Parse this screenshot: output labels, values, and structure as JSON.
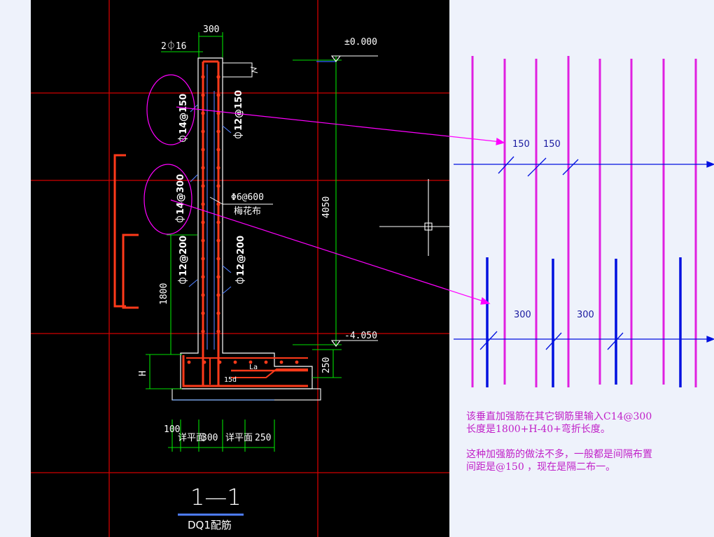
{
  "drawing": {
    "dim_top_width": "300",
    "top_bar_label": "2⏀16",
    "elevation_top": "±0.000",
    "elevation_bottom": "-4.050",
    "rebar_outer_upper": "⏀14@150",
    "rebar_inner_upper": "⏀12@150",
    "rebar_outer_lower": "⏀14@300",
    "rebar_tie": "Φ6@600",
    "rebar_tie_note": "梅花布",
    "rebar_outer_bottom": "⏀12@200",
    "rebar_inner_bottom": "⏀12@200",
    "dim_height_total": "4050",
    "dim_height_1800": "1800",
    "dim_h": "H",
    "dim_250_side": "250",
    "anchor_la": "La",
    "anchor_15d": "15d",
    "bottom_dim_100": "100",
    "bottom_note_1": "详平面",
    "bottom_dim_300": "300",
    "bottom_note_2": "详平面",
    "bottom_dim_250": "250",
    "section_mark": "1—1",
    "section_title": "DQ1配筋"
  },
  "annotation": {
    "spacing_upper_1": "150",
    "spacing_upper_2": "150",
    "spacing_lower_1": "300",
    "spacing_lower_2": "300",
    "note_line_1": "该垂直加强筋在其它钢筋里输入C14@300",
    "note_line_2": "长度是1800+H-40+弯折长度。",
    "note_line_3": "这种加强筋的做法不多，一般都是间隔布置",
    "note_line_4": "间距是@150 ，现在是隔二布一。"
  },
  "colors": {
    "cad_background": "#000000",
    "grid_red": "#d00000",
    "rebar_orange": "#ff3a1a",
    "dim_green": "#00e000",
    "leader_magenta": "#ff00ff",
    "bar_blue": "#0010e0",
    "note_magenta": "#c01fc8"
  }
}
